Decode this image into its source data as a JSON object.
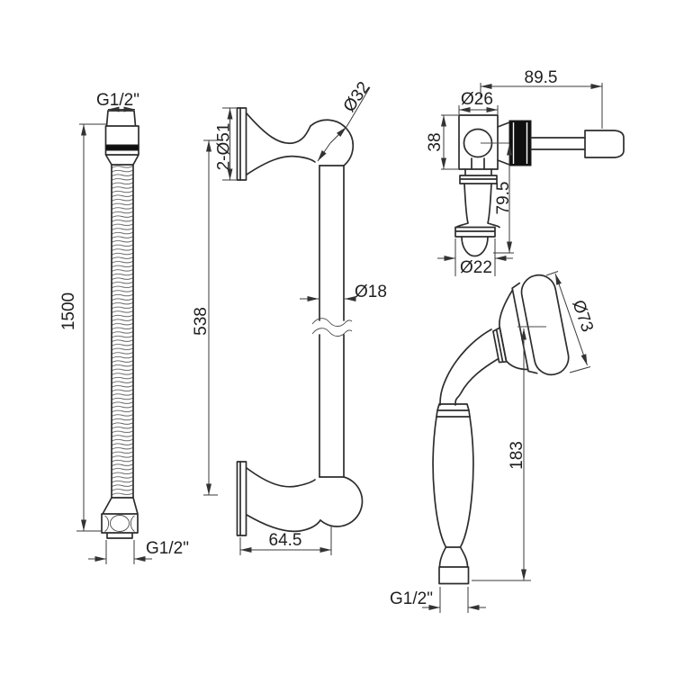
{
  "document": {
    "type": "technical-drawing",
    "background": "#ffffff",
    "line_color": "#2d2d2d",
    "dim_color": "#3a3a3a",
    "text_color": "#1f1f1f",
    "accent_black_fill": "#0f0f0f"
  },
  "components": {
    "hose": {
      "thread_top": "G1/2\"",
      "length": "1500",
      "thread_bottom": "G1/2\""
    },
    "rail": {
      "flange_dia": "2-Ø51",
      "knob_dia": "Ø32",
      "length": "538",
      "tube_dia": "Ø18",
      "wall_offset": "64.5"
    },
    "holder": {
      "reach": "89.5",
      "body_width_dia": "Ø26",
      "body_height": "38",
      "grip_length": "79.5",
      "grip_dia": "Ø22"
    },
    "handset": {
      "head_dia": "Ø73",
      "handle_length": "183",
      "thread": "G1/2\""
    }
  }
}
